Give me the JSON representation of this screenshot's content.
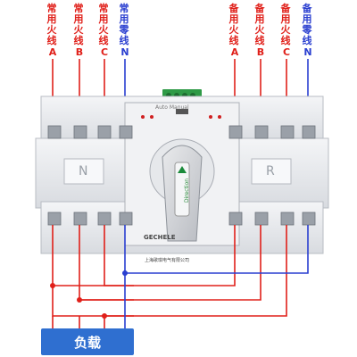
{
  "left_labels": [
    {
      "text": "常用火线",
      "phase": "A",
      "color": "#e0201a"
    },
    {
      "text": "常用火线",
      "phase": "B",
      "color": "#e0201a"
    },
    {
      "text": "常用火线",
      "phase": "C",
      "color": "#e0201a"
    },
    {
      "text": "常用零线",
      "phase": "N",
      "color": "#2a3fd0"
    }
  ],
  "right_labels": [
    {
      "text": "备用火线",
      "phase": "A",
      "color": "#e0201a"
    },
    {
      "text": "备用火线",
      "phase": "B",
      "color": "#e0201a"
    },
    {
      "text": "备用火线",
      "phase": "C",
      "color": "#e0201a"
    },
    {
      "text": "备用零线",
      "phase": "N",
      "color": "#2a3fd0"
    }
  ],
  "device": {
    "left_letter": "N",
    "right_letter": "R",
    "auto_manual": "Auto  Manual",
    "knob_text": "Direction",
    "brand": "GECHELE",
    "maker": "上海歌琪电气有限公司"
  },
  "load_label": "负载",
  "colors": {
    "live": "#e0201a",
    "neutral": "#2a3fd0",
    "load_box": "#2f6fd0"
  }
}
